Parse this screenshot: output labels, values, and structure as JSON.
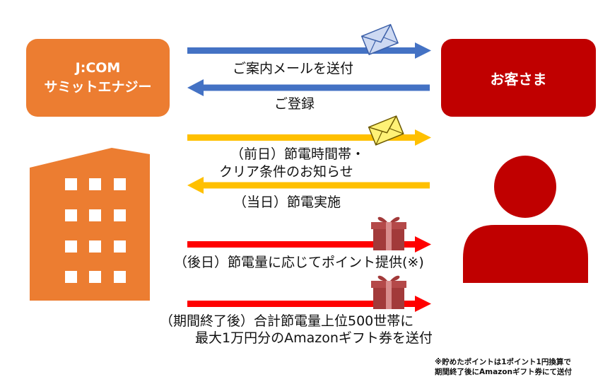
{
  "nodes": {
    "company": {
      "line1": "J:COM",
      "line2": "サミットエナジー",
      "color": "#ec7d31"
    },
    "customer": {
      "label": "お客さま",
      "color": "#c00000"
    }
  },
  "flows": [
    {
      "label": "ご案内メールを送付",
      "direction": "right",
      "color": "#4472c4",
      "icon": "envelope-icon"
    },
    {
      "label": "ご登録",
      "direction": "left",
      "color": "#4472c4"
    },
    {
      "label_lines": [
        "（前日）節電時間帯・",
        "クリア条件のお知らせ"
      ],
      "direction": "right",
      "color": "#ffc000",
      "icon": "envelope-icon"
    },
    {
      "label": "（当日）節電実施",
      "direction": "left",
      "color": "#ffc000"
    },
    {
      "label": "（後日）節電量に応じてポイント提供(※)",
      "direction": "right",
      "color": "#ff0000",
      "icon": "gift-icon"
    },
    {
      "label_lines": [
        "（期間終了後）合計節電量上位500世帯に",
        "最大1万円分のAmazonギフト券を送付"
      ],
      "direction": "right",
      "color": "#ff0000",
      "icon": "gift-icon"
    }
  ],
  "footnote": {
    "line1": "※貯めたポイントは1ポイント1円換算で",
    "line2": "期間終了後にAmazonギフト券にて送付"
  },
  "icons": [
    "building-icon",
    "person-icon",
    "envelope-icon",
    "gift-icon"
  ]
}
